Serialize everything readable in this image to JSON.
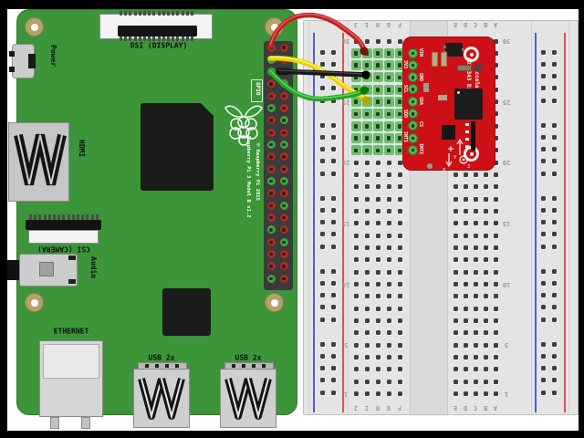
{
  "pi": {
    "model_text": "Raspberry Pi 3 Model B v1.2",
    "copyright_text": "© Raspberry Pi 2015",
    "labels": {
      "power": "Power",
      "dsi": "DSI (DISPLAY)",
      "hdmi": "HDMI",
      "csi": "CSI (CAMERA)",
      "audio": "Audio",
      "ethernet": "ETHERNET",
      "usb1": "USB 2x",
      "usb2": "USB 2x",
      "gpio": "GPIO"
    },
    "gpio_pin_colors": [
      [
        "red",
        "red"
      ],
      [
        "green",
        "red"
      ],
      [
        "green",
        "black"
      ],
      [
        "red",
        "green"
      ],
      [
        "red",
        "red"
      ],
      [
        "green",
        "red"
      ],
      [
        "red",
        "green"
      ],
      [
        "red",
        "red"
      ],
      [
        "green",
        "green"
      ],
      [
        "red",
        "red"
      ],
      [
        "red",
        "red"
      ],
      [
        "green",
        "green"
      ],
      [
        "red",
        "red"
      ],
      [
        "red",
        "green"
      ],
      [
        "red",
        "red"
      ],
      [
        "green",
        "red"
      ],
      [
        "red",
        "green"
      ],
      [
        "red",
        "red"
      ],
      [
        "red",
        "red"
      ],
      [
        "green",
        "red"
      ]
    ]
  },
  "breadboard": {
    "rows": 30,
    "column_letters_left": [
      "J",
      "I",
      "H",
      "G",
      "F"
    ],
    "column_letters_right": [
      "E",
      "D",
      "C",
      "B",
      "A"
    ],
    "row_number_labels": [
      "30",
      "25",
      "20",
      "15",
      "10",
      "5",
      "1"
    ],
    "row_numbers": [
      30,
      25,
      20,
      15,
      10,
      5,
      1
    ],
    "highlight_rows": [
      29,
      28,
      27,
      26,
      25,
      24,
      23,
      22,
      21
    ],
    "colors": {
      "board": "#e4e4e4",
      "rail_blue": "#4d5fd0",
      "rail_red": "#e05252",
      "highlight_green": "#6cc06c"
    }
  },
  "accelerometer": {
    "title_line1": "ADXL343 Digital",
    "title_line2": "Accelerometer",
    "pin_labels": [
      "VIN",
      "3V3",
      "GND",
      "SCL",
      "SDA",
      "SDO",
      "CS",
      "INT1",
      "INT2"
    ],
    "axis_labels": {
      "x": "X",
      "y": "Y",
      "z": "Z"
    },
    "board_color": "#cc1016"
  },
  "wires": [
    {
      "name": "red-wire",
      "color": "#c42020",
      "cap": "#7d1111",
      "highlight": "#e06060"
    },
    {
      "name": "yellow-wire",
      "color": "#e8d400",
      "cap": "#b5a600",
      "highlight": "#fff176"
    },
    {
      "name": "green-wire",
      "color": "#22a822",
      "cap": "#0d7a0d",
      "highlight": "#66d466"
    },
    {
      "name": "black-wire",
      "color": "#161616",
      "cap": "#000000",
      "highlight": "#454545"
    }
  ]
}
